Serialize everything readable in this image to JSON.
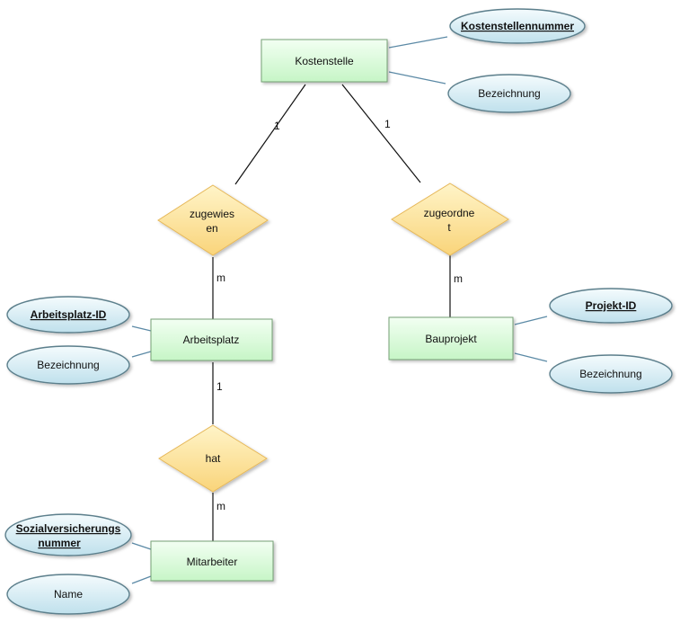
{
  "entities": {
    "kostenstelle": "Kostenstelle",
    "arbeitsplatz": "Arbeitsplatz",
    "bauprojekt": "Bauprojekt",
    "mitarbeiter": "Mitarbeiter"
  },
  "relationships": {
    "zugewiesen": [
      "zugewies",
      "en"
    ],
    "zugeordnet": [
      "zugeordne",
      "t"
    ],
    "hat": "hat"
  },
  "attributes": {
    "kostenstellennummer": "Kostenstellennummer",
    "kostenstelle_bezeichnung": "Bezeichnung",
    "arbeitsplatz_id": "Arbeitsplatz-ID",
    "arbeitsplatz_bezeichnung": "Bezeichnung",
    "projekt_id": "Projekt-ID",
    "bauprojekt_bezeichnung": "Bezeichnung",
    "sozialversicherungsnummer": [
      "Sozialversicherungs",
      "nummer"
    ],
    "name": "Name"
  },
  "cardinalities": {
    "kostenstelle_zugewiesen": "1",
    "kostenstelle_zugeordnet": "1",
    "zugewiesen_arbeitsplatz": "m",
    "zugeordnet_bauprojekt": "m",
    "arbeitsplatz_hat": "1",
    "hat_mitarbeiter": "m"
  },
  "colors": {
    "entity_fill_top": "#f2fff2",
    "entity_fill_bottom": "#c6f5c6",
    "entity_stroke": "#74a074",
    "relationship_fill_top": "#fff4c8",
    "relationship_fill_bottom": "#f9d47a",
    "attribute_fill_top": "#f4fbfd",
    "attribute_fill_bottom": "#bfe0ec",
    "attribute_stroke": "#5b7f8c",
    "attribute_connector": "#5c8aa6",
    "relationship_line": "#111111"
  }
}
